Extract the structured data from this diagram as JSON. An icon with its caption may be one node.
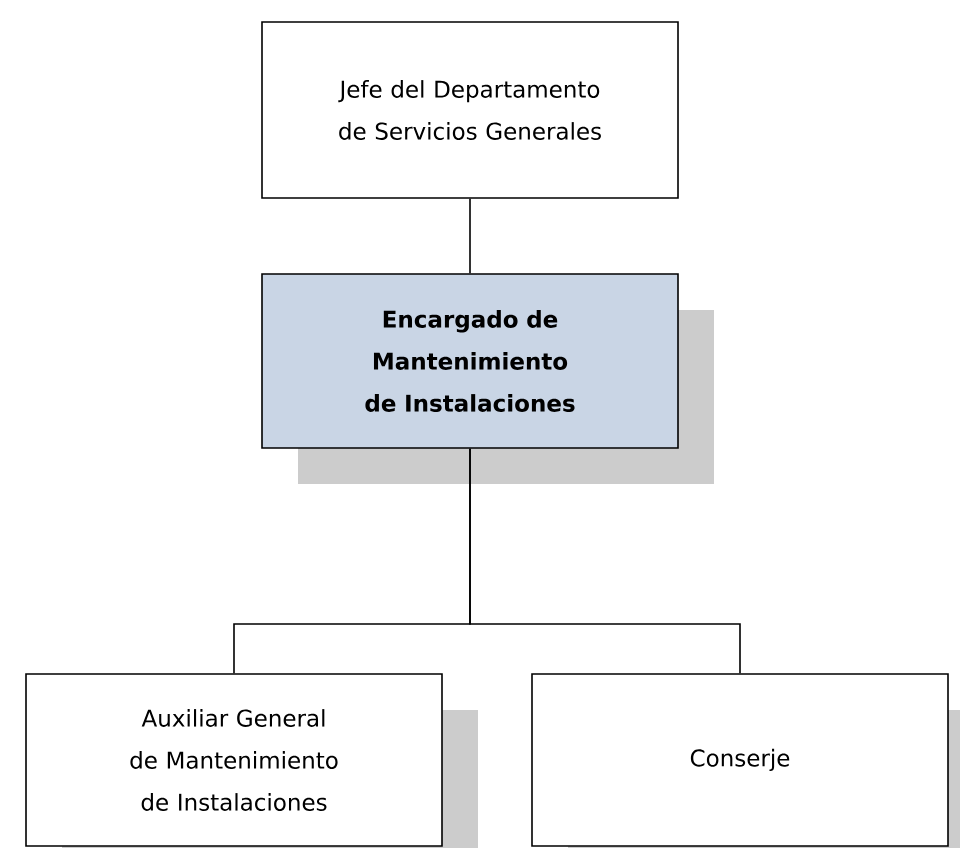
{
  "diagram": {
    "nodes": [
      {
        "text": [
          "Jefe del Departamento de Servicios Generales"
        ]
      },
      {
        "text": [
          "Encargado de Mantenimiento de Instalaciones"
        ]
      },
      {
        "text": [
          "Auxiliar General de Mantenimiento de Instalaciones"
        ]
      },
      {
        "text": [
          "Conserje"
        ]
      }
    ],
    "edges": [
      {
        "from": 0,
        "to": 1,
        "arrow": "none"
      },
      {
        "from": 1,
        "to": 2,
        "arrow": "none"
      },
      {
        "from": 1,
        "to": 3,
        "arrow": "none"
      }
    ]
  }
}
